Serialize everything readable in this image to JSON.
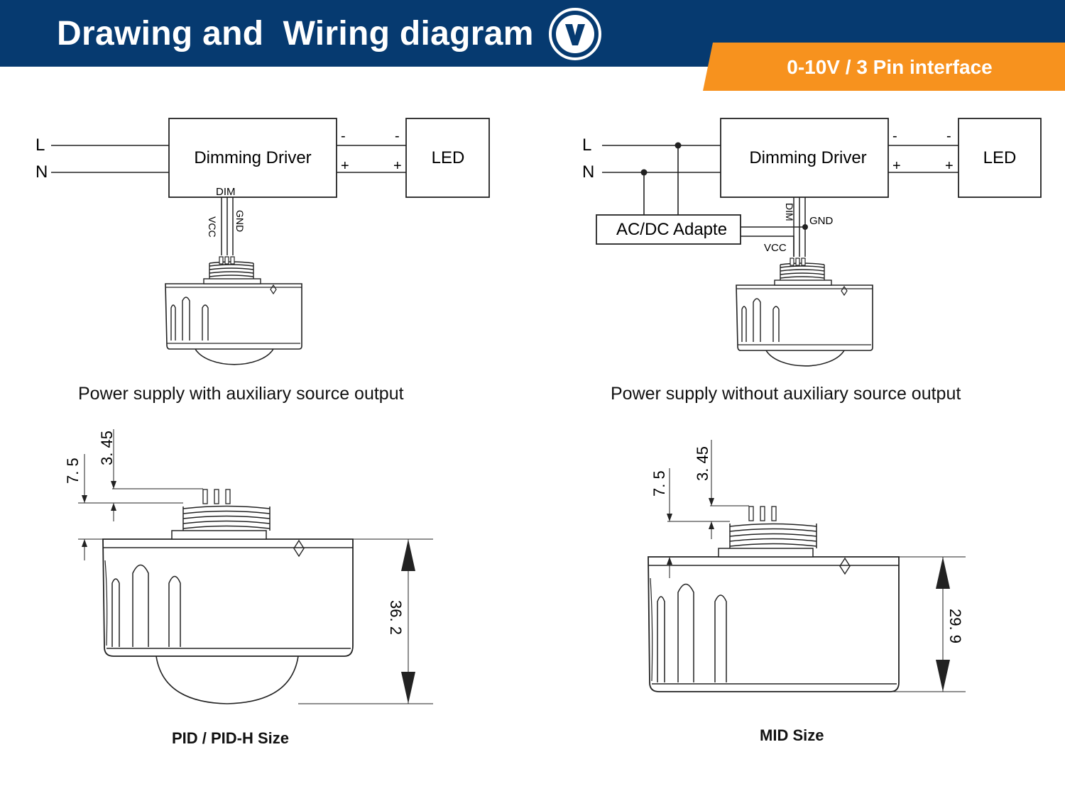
{
  "header": {
    "title": "Drawing and  Wiring diagram",
    "logo_letter": "V",
    "badge": "0-10V / 3 Pin interface",
    "bar_color": "#063a70",
    "badge_color": "#f7921e"
  },
  "wiring_left": {
    "line_L": "L",
    "line_N": "N",
    "driver": "Dimming Driver",
    "led": "LED",
    "minus": "-",
    "plus": "+",
    "dim": "DIM",
    "vcc": "VCC",
    "gnd": "GND",
    "caption": "Power supply with auxiliary source output"
  },
  "wiring_right": {
    "line_L": "L",
    "line_N": "N",
    "driver": "Dimming Driver",
    "led": "LED",
    "minus": "-",
    "plus": "+",
    "adapter": "AC/DC Adapte",
    "dim": "DIM",
    "vcc": "VCC",
    "gnd": "GND",
    "caption": "Power supply without auxiliary source output"
  },
  "drawing_left": {
    "dim_top_a": "7. 5",
    "dim_top_b": "3. 45",
    "dim_height": "36. 2",
    "label": "PID / PID-H Size"
  },
  "drawing_right": {
    "dim_top_a": "7. 5",
    "dim_top_b": "3. 45",
    "dim_height": "29. 9",
    "label": "MID Size"
  }
}
